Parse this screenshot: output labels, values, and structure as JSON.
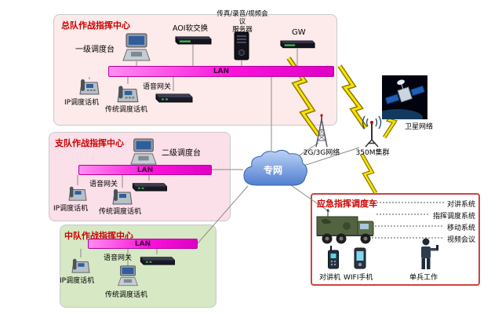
{
  "hq": {
    "title": "总队作战指挥中心",
    "console_label": "一级调度台",
    "softswitch_label": "AOI软交换",
    "server_label_line1": "传真/录音/视频会议",
    "server_label_line2": "服务器",
    "gw_label": "GW",
    "lan_label": "LAN",
    "voice_gw_label": "语音网关",
    "ip_phone_label": "IP调度话机",
    "trad_phone_label": "传统调度话机"
  },
  "detachment": {
    "title": "支队作战指挥中心",
    "console_label": "二级调度台",
    "lan_label": "LAN",
    "voice_gw_label": "语音网关",
    "ip_phone_label": "IP调度话机",
    "trad_phone_label": "传统调度话机"
  },
  "squadron": {
    "title": "中队作战指挥中心",
    "lan_label": "LAN",
    "voice_gw_label": "语音网关",
    "ip_phone_label": "IP调度话机",
    "trad_phone_label": "传统调度话机"
  },
  "network": {
    "cloud_label": "专网",
    "cellular_label": "2G/3G网络",
    "trunking_label": "350M集群",
    "satellite_label": "卫星网络"
  },
  "vehicle": {
    "title": "应急指挥调度车",
    "systems": [
      "对讲系统",
      "指挥调度系统",
      "移动系统",
      "视频会议"
    ],
    "devices": {
      "walkie": "对讲机",
      "wifi_phone": "WIFI手机",
      "soldier": "单兵工作"
    }
  },
  "colors": {
    "title_red": "#cc0000",
    "lan_magenta": "#fb12dd",
    "cloud_blue": "#4f7fd0",
    "hq_bg": "#fdeaea",
    "detachment_bg": "#fbdfe9",
    "squadron_bg": "#d6e8c4",
    "vehicle_border": "#cc4444",
    "bolt_yellow": "#ffe400"
  }
}
